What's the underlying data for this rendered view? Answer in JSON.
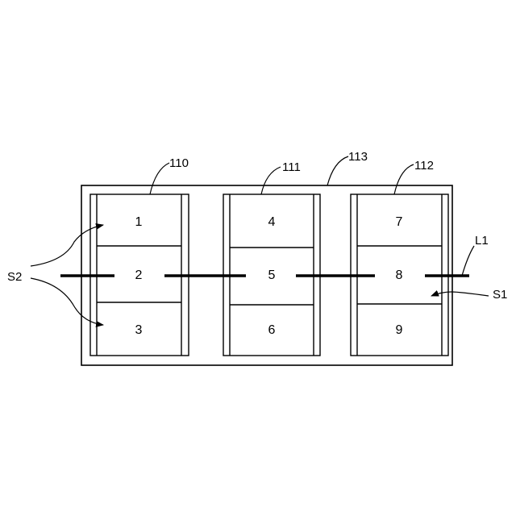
{
  "labels": {
    "module_a": "110",
    "module_b": "111",
    "module_c": "112",
    "frame": "113",
    "line": "L1",
    "s1": "S1",
    "s2": "S2"
  },
  "cells": [
    "1",
    "2",
    "3",
    "4",
    "5",
    "6",
    "7",
    "8",
    "9"
  ]
}
